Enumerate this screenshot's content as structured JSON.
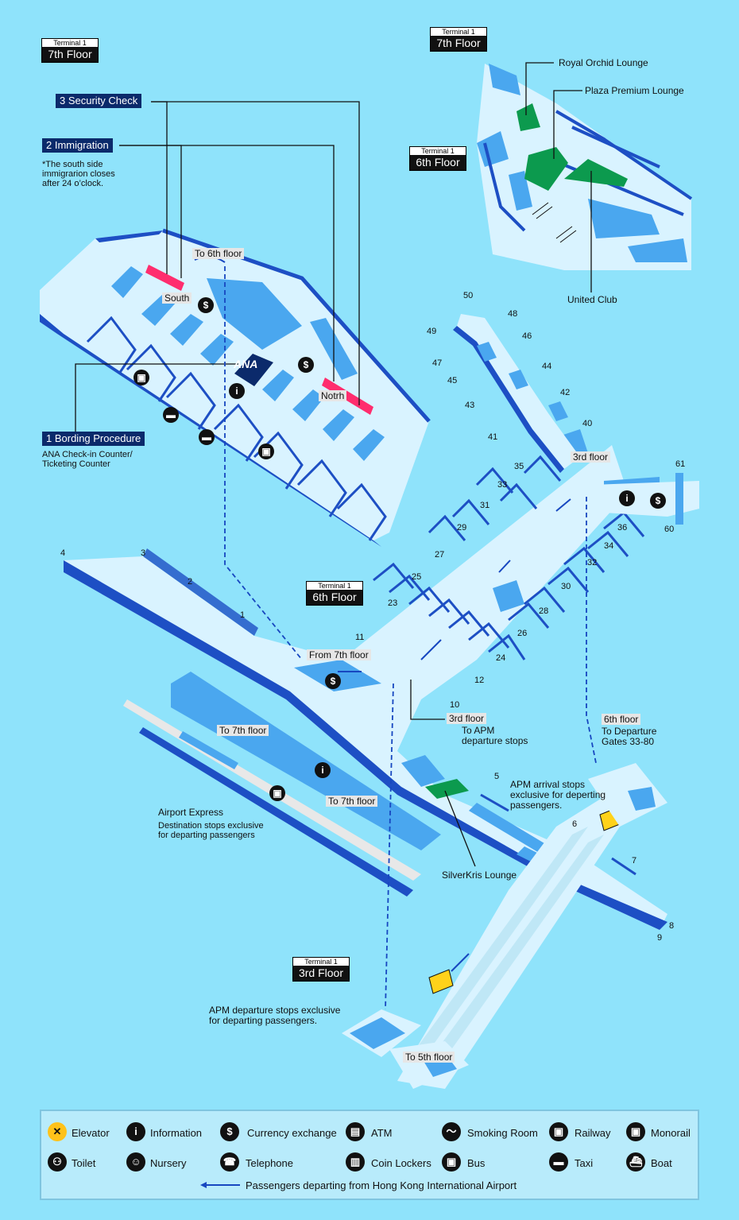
{
  "floors": {
    "t1": "Terminal 1",
    "f7_left": "7th Floor",
    "f7_top": "7th Floor",
    "f6_top": "6th Floor",
    "f6_mid": "6th Floor",
    "f3": "3rd Floor"
  },
  "procedures": {
    "security": "3 Security Check",
    "immigration": "2 Immigration",
    "immigration_note": [
      "*The south side",
      "immigrarion closes",
      "after 24 o’clock."
    ],
    "boarding": "1 Bording Procedure",
    "boarding_note": [
      "ANA Check-in Counter/",
      "Ticketing Counter"
    ]
  },
  "labels": {
    "south": "South",
    "north": "Notrh",
    "to_6th": "To 6th floor",
    "from_7th": "From 7th floor",
    "to_7th_a": "To 7th floor",
    "to_7th_b": "To 7th floor",
    "third_floor_1": "3rd floor",
    "to_apm": [
      "To APM",
      "departure stops"
    ],
    "third_floor_2": "3rd floor",
    "sixth_floor": "6th floor",
    "to_gates": [
      "To Departure",
      "Gates 33-80"
    ],
    "apm_arrival": [
      "APM arrival stops",
      "exclusive for deperting",
      "passengers."
    ],
    "airport_express": "Airport Express",
    "ae_note": [
      "Destination stops exclusive",
      "for departing passengers"
    ],
    "silverkris": "SilverKris Lounge",
    "royal_orchid": "Royal Orchid Lounge",
    "plaza_premium": "Plaza Premium Lounge",
    "united_club": "United Club",
    "apm_departure": [
      "APM departure stops exclusive",
      "for departing passengers."
    ],
    "to_5th": "To 5th floor",
    "ana": "ANA"
  },
  "gates": [
    "1",
    "2",
    "3",
    "4",
    "5",
    "6",
    "7",
    "8",
    "9",
    "10",
    "11",
    "12",
    "23",
    "24",
    "25",
    "26",
    "27",
    "28",
    "29",
    "30",
    "31",
    "32",
    "33",
    "34",
    "35",
    "36",
    "40",
    "41",
    "42",
    "43",
    "44",
    "45",
    "46",
    "47",
    "48",
    "49",
    "50",
    "60",
    "61"
  ],
  "colors": {
    "sea": "#8fe3fb",
    "building": "#d9f3ff",
    "gate_block": "#4aa7ef",
    "edge": "#1d4fc4",
    "lounge": "#0c9a4e",
    "security": "#ff2d6e",
    "badge": "#0b2a6b"
  },
  "legend": [
    {
      "icon": "elevator-icon",
      "label": "Elevator"
    },
    {
      "icon": "information-icon",
      "label": "Information"
    },
    {
      "icon": "currency-exchange-icon",
      "label": "Currency exchange"
    },
    {
      "icon": "atm-icon",
      "label": "ATM"
    },
    {
      "icon": "smoking-room-icon",
      "label": "Smoking Room"
    },
    {
      "icon": "railway-icon",
      "label": "Railway"
    },
    {
      "icon": "monorail-icon",
      "label": "Monorail"
    },
    {
      "icon": "toilet-icon",
      "label": "Toilet"
    },
    {
      "icon": "nursery-icon",
      "label": "Nursery"
    },
    {
      "icon": "telephone-icon",
      "label": "Telephone"
    },
    {
      "icon": "coin-lockers-icon",
      "label": "Coin Lockers"
    },
    {
      "icon": "bus-icon",
      "label": "Bus"
    },
    {
      "icon": "taxi-icon",
      "label": "Taxi"
    },
    {
      "icon": "boat-icon",
      "label": "Boat"
    }
  ],
  "legend_route": "Passengers departing from Hong Kong International Airport"
}
